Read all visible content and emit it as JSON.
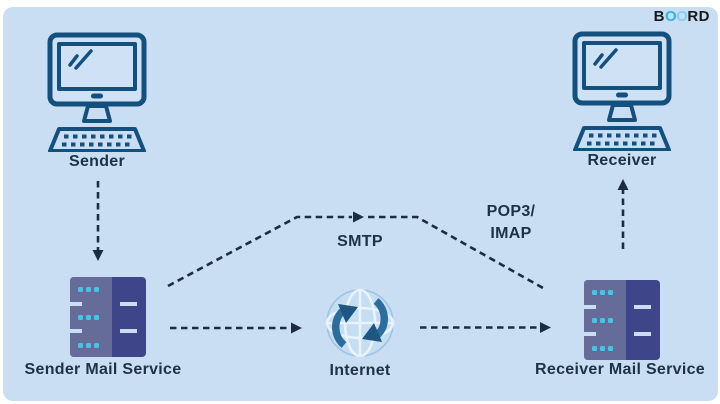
{
  "logo": {
    "b": "B",
    "o1": "O",
    "o2": "O",
    "rd": "RD"
  },
  "nodes": {
    "sender": {
      "label": "Sender"
    },
    "receiver": {
      "label": "Receiver"
    },
    "sender_mail": {
      "label": "Sender Mail Service"
    },
    "internet": {
      "label": "Internet"
    },
    "receiver_mail": {
      "label": "Receiver Mail Service"
    }
  },
  "edges": {
    "smtp": {
      "label": "SMTP"
    },
    "pop3": {
      "line1": "POP3/",
      "line2": "IMAP"
    }
  },
  "colors": {
    "canvas_bg": "#c9ddf3",
    "text_color": "#1e3148",
    "arrow_color": "#1c2c42",
    "icon_stroke": "#14507e",
    "screen_fill": "#cfe2f5",
    "server_left": "#656c99",
    "server_right": "#3e4589",
    "server_dot": "#3fc7e6",
    "globe_fill": "#c5def2",
    "globe_edge": "#9cc3e5",
    "globe_arrow": "#2d6d9e",
    "globe_arrow_dark": "#1d5781",
    "logo_dark": "#16181c",
    "logo_cyan": "#29b5e8",
    "logo_cyan_light": "#7ed3f2"
  }
}
